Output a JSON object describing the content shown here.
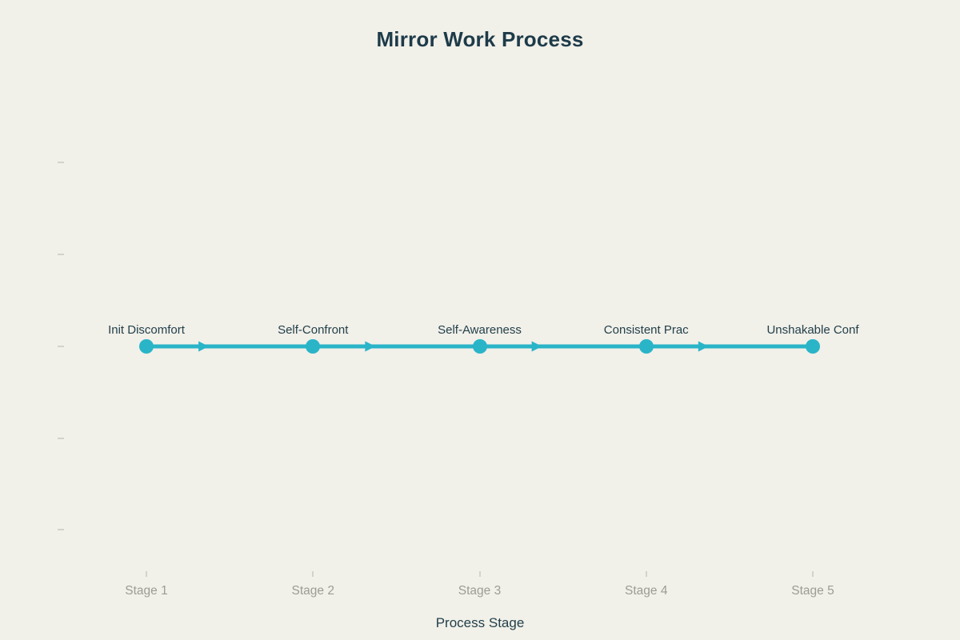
{
  "page": {
    "background": "#f1f0e9"
  },
  "chart_data": {
    "type": "line",
    "title": "Mirror Work Process",
    "xlabel": "Process Stage",
    "ylabel": "",
    "categories": [
      "Stage 1",
      "Stage 2",
      "Stage 3",
      "Stage 4",
      "Stage 5"
    ],
    "series": [
      {
        "name": "Mirror Work Process",
        "point_labels": [
          "Init Discomfort",
          "Self-Confront",
          "Self-Awareness",
          "Consistent Prac",
          "Unshakable Conf"
        ],
        "values": [
          1,
          1,
          1,
          1,
          1
        ]
      }
    ],
    "y_axis": {
      "tick_count": 5,
      "tick_labels_visible": false
    },
    "x_axis": {
      "tick_labels_visible": true
    },
    "grid": false,
    "legend": false,
    "line_style": "flat horizontal line with right-pointing arrowheads between circular markers",
    "colors": {
      "accent": "#2ab4c8",
      "title_text": "#1d3b49",
      "point_label_text": "#23404b",
      "axis_tick_label_text": "#9c9c94",
      "tick_mark": "#d3d3ca",
      "background": "#f1f0e9"
    }
  }
}
